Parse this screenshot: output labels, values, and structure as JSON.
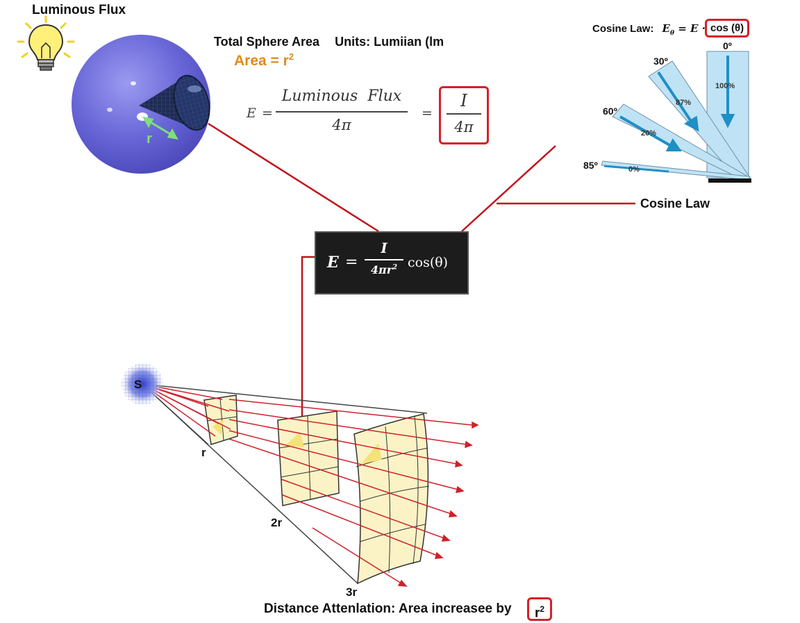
{
  "luminous_flux": {
    "title": "Luminous Flux",
    "sphere_heading": "Total Sphere Area",
    "units": "Units: Lumiian (lm",
    "area_text": "Area = r",
    "area_exp": "2",
    "radius_label": "r"
  },
  "flux_formula": {
    "lhs": "E",
    "equals": "=",
    "numerator": "Luminous  Flux",
    "denominator": "4π",
    "equals2": "=",
    "boxed_numerator": "I",
    "boxed_denominator": "4π"
  },
  "cosine_law": {
    "heading": "Cosine Law:",
    "equation_lhs": "E",
    "equation_sub": "θ",
    "equation_mid": "= E ·",
    "boxed_term": "cos (θ)",
    "callout_label": "Cosine Law",
    "beams": [
      {
        "angle": "0º",
        "percent": "100%"
      },
      {
        "angle": "30º",
        "percent": "87%"
      },
      {
        "angle": "60º",
        "percent": "20%"
      },
      {
        "angle": "85º",
        "percent": "0%"
      }
    ]
  },
  "central_formula": {
    "lhs": "E",
    "equals": "=",
    "numerator": "I",
    "denominator": "4πr",
    "denominator_exp": "2",
    "tail": "cos(θ)"
  },
  "distance": {
    "source_label": "S",
    "distances": [
      "r",
      "2r",
      "3r"
    ],
    "caption": "Distance Attenlation: Area increasee by",
    "boxed_term": "r",
    "boxed_exp": "2"
  },
  "colors": {
    "accent_red": "#d6202a",
    "connector_red": "#c0141c",
    "area_orange": "#e08a1a",
    "sphere_blue": "#6a68d8",
    "beam_fill": "#bfe3f5",
    "arrow_blue": "#1f8fc6"
  }
}
